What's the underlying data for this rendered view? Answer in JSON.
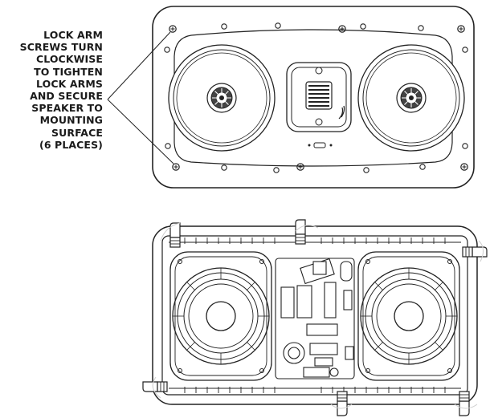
{
  "callout": {
    "lines": [
      "LOCK ARM",
      "SCREWS TURN",
      "CLOCKWISE",
      "TO TIGHTEN",
      "LOCK ARMS",
      "AND SECURE",
      "SPEAKER TO",
      "MOUNTING",
      "SURFACE",
      "(6 PLACES)"
    ]
  },
  "colors": {
    "line": "#222222",
    "background": "#ffffff"
  },
  "icons": {
    "front_views": [
      "speaker-front-view",
      "woofer-left",
      "woofer-right",
      "tweeter-module",
      "mounting-screw"
    ],
    "rear_views": [
      "speaker-rear-view",
      "woofer-basket",
      "crossover-board",
      "lock-arm"
    ]
  }
}
